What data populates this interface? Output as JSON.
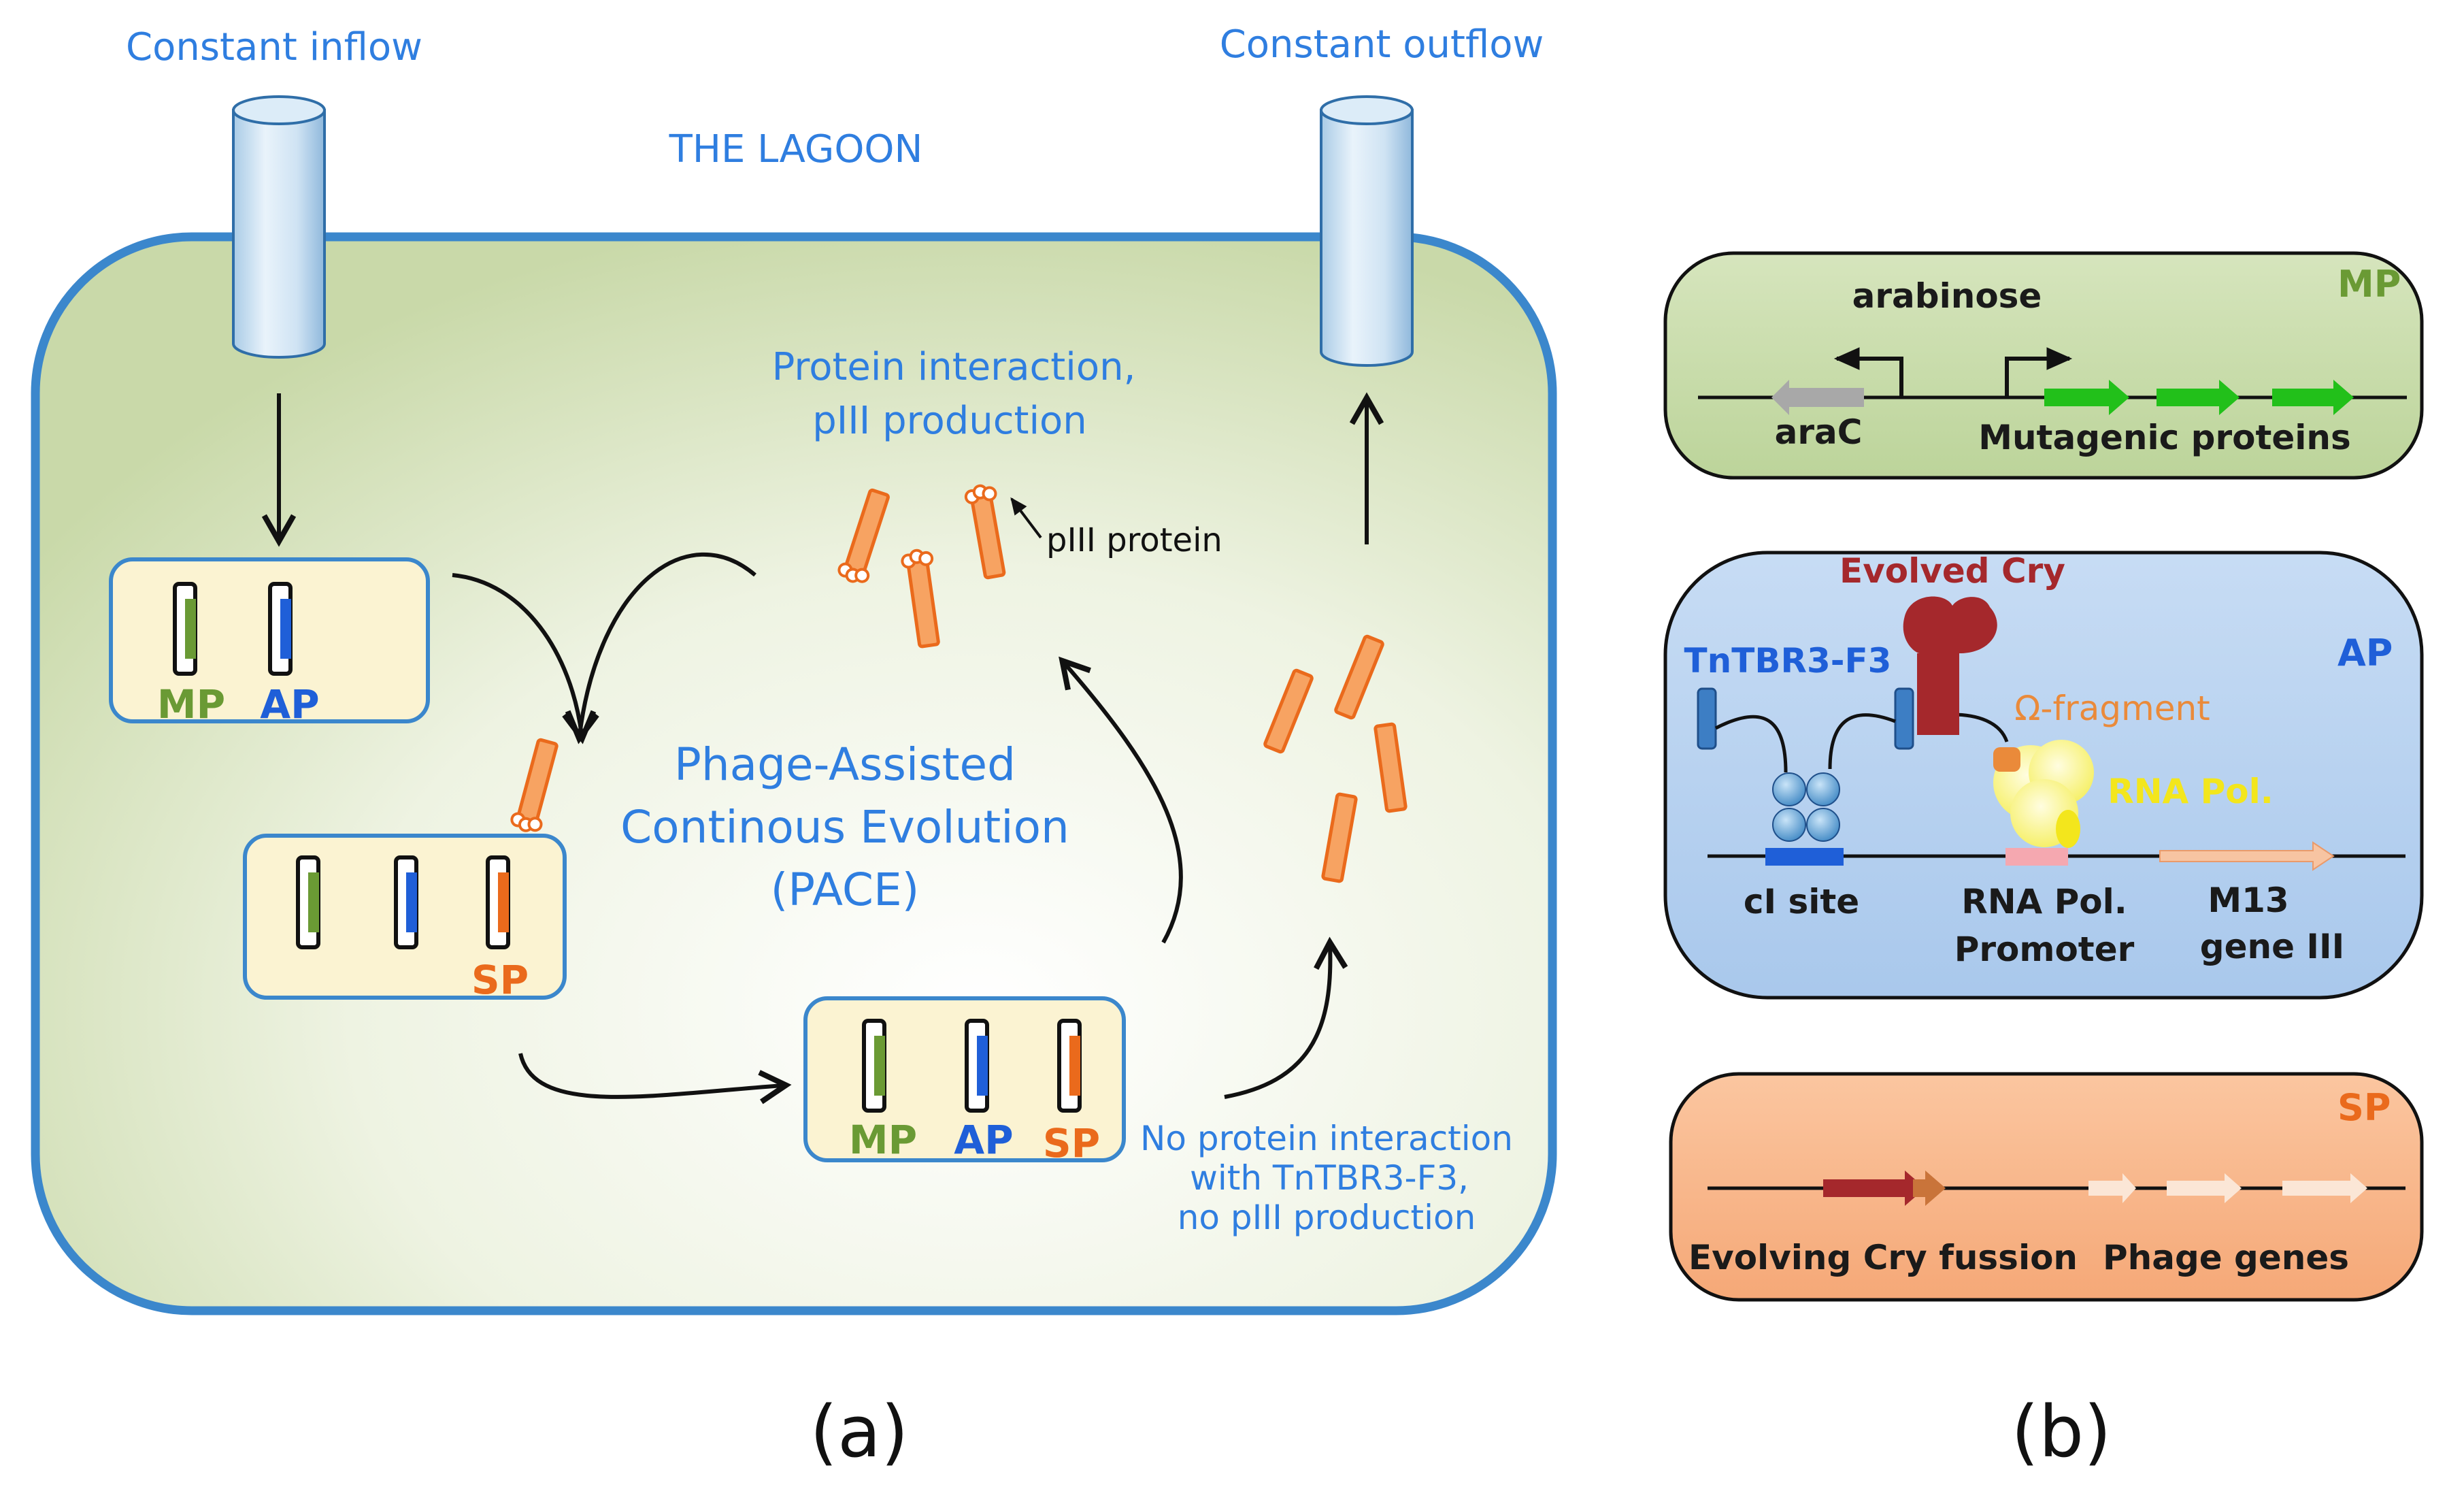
{
  "panel_a": {
    "inflow_label": "Constant inflow",
    "outflow_label": "Constant outflow",
    "lagoon_label": "THE LAGOON",
    "interaction_label_line1": "Protein interaction,",
    "interaction_label_line2": "pIII production",
    "piii_label": "pIII protein",
    "pace_line1": "Phage-Assisted",
    "pace_line2": "Continous Evolution",
    "pace_line3": "(PACE)",
    "no_interaction_line1": "No protein interaction",
    "no_interaction_line2": "with TnTBR3-F3,",
    "no_interaction_line3": "no pIII production",
    "cell1_labels": [
      "MP",
      "AP"
    ],
    "cell2_labels": [
      "SP"
    ],
    "cell3_labels": [
      "MP",
      "AP",
      "SP"
    ],
    "caption": "(a)"
  },
  "panel_b": {
    "mp": {
      "tag": "MP",
      "arabinose": "arabinose",
      "arac": "araC",
      "mutagenic": "Mutagenic proteins"
    },
    "ap": {
      "tag": "AP",
      "evolved_cry": "Evolved Cry",
      "tntbr": "TnTBR3-F3",
      "omega": "Ω-fragment",
      "rna_pol": "RNA Pol.",
      "ci_site": "cI site",
      "promoter_line1": "RNA Pol.",
      "promoter_line2": "Promoter",
      "m13_line1": "M13",
      "m13_line2": "gene III"
    },
    "sp": {
      "tag": "SP",
      "evolving": "Evolving Cry fussion",
      "phage_genes": "Phage genes"
    },
    "caption": "(b)"
  },
  "colors": {
    "mp_green": "#6a9a34",
    "ap_blue": "#1f5fd8",
    "sp_orange": "#ea6a1c",
    "accent_blue": "#2f7ee0",
    "lagoon_border": "#3b87cc"
  }
}
